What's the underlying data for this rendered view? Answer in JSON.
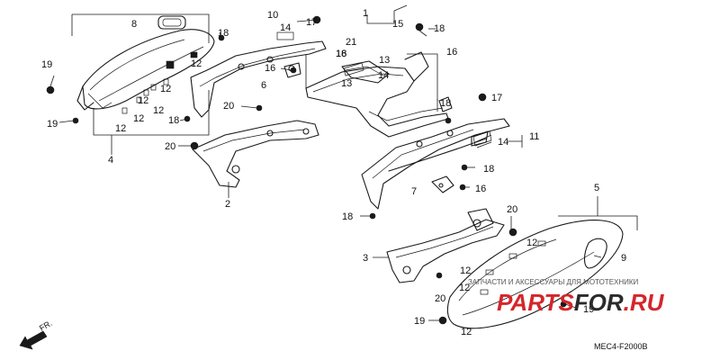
{
  "callouts": {
    "c1": "1",
    "c2": "2",
    "c3": "3",
    "c4": "4",
    "c5": "5",
    "c6": "6",
    "c7": "7",
    "c8": "8",
    "c9": "9",
    "c10": "10",
    "c11": "11",
    "c12a": "12",
    "c12b": "12",
    "c12c": "12",
    "c12d": "12",
    "c12e": "12",
    "c12f": "12",
    "c12g": "12",
    "c12h": "12",
    "c12i": "12",
    "c12j": "12",
    "c13a": "13",
    "c13b": "13",
    "c14a": "14",
    "c14b": "14",
    "c14c": "14",
    "c15": "15",
    "c16a": "16",
    "c16b": "16",
    "c16c": "16",
    "c16d": "16",
    "c17a": "17",
    "c17b": "17",
    "c18a": "18",
    "c18b": "18",
    "c18c": "18",
    "c18d": "18",
    "c18e": "18",
    "c18f": "18",
    "c18g": "18",
    "c19a": "19",
    "c19b": "19",
    "c19c": "19",
    "c19d": "19",
    "c20a": "20",
    "c20b": "20",
    "c20c": "20",
    "c20d": "20",
    "c21": "21"
  },
  "watermark": {
    "caption": "ЗАПЧАСТИ И АКСЕССУАРЫ ДЛЯ МОТОТЕХНИКИ",
    "logo_part1": "PARTS",
    "logo_part2": "FOR",
    "logo_part3": ".RU"
  },
  "direction_label": "FR.",
  "diagram_code": "MEC4-F2000B",
  "colors": {
    "line": "#1a1a1a",
    "logo_red": "#d4262b",
    "logo_dark": "#2b2b2b"
  }
}
